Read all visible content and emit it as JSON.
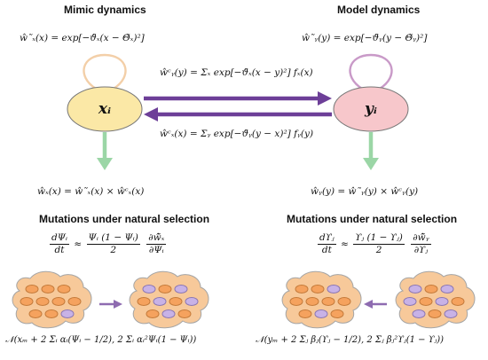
{
  "left": {
    "title": "Mimic dynamics",
    "eq_top": "ŵ˜ₓ(x) = exp[−ϑ̈ₓ(x − Θ̃ₓ)²]",
    "node": "xᵢ",
    "eq_bottom": "ŵₓ(x) = ŵ˜ₓ(x) × ŵᶜₓ(x)",
    "section": "Mutations under natural selection",
    "formula_lhs_num": "dΨᵢ",
    "formula_lhs_den": "dt",
    "formula_approx": "≈",
    "formula_mid_num": "Ψᵢ (1 − Ψᵢ)",
    "formula_mid_den": "2",
    "formula_rhs_num": "∂ŵ̄ₓ",
    "formula_rhs_den": "∂Ψᵢ",
    "distribution": "𝒩(xₘ + 2 Σᵢ αᵢ(Ψᵢ − 1/2), 2 Σᵢ αᵢ²Ψᵢ(1 − Ψᵢ))"
  },
  "right": {
    "title": "Model dynamics",
    "eq_top": "ŵ˜ᵧ(y) = exp[−ϑ̈ᵧ(y − Θ̃ᵧ)²]",
    "node": "yᵢ",
    "eq_bottom": "ŵᵧ(y) = ŵ˜ᵧ(y) × ŵᶜᵧ(y)",
    "section": "Mutations under natural selection",
    "formula_lhs_num": "dϒⱼ",
    "formula_lhs_den": "dt",
    "formula_approx": "≈",
    "formula_mid_num": "ϒⱼ (1 − ϒⱼ)",
    "formula_mid_den": "2",
    "formula_rhs_num": "∂ŵ̄ᵧ",
    "formula_rhs_den": "∂ϒⱼ",
    "distribution": "𝒩(yₘ + 2 Σⱼ βⱼ(ϒⱼ − 1/2), 2 Σⱼ βⱼ²ϒⱼ(1 − ϒⱼ))"
  },
  "coupling": {
    "forward": "ŵᶜᵧ(y) = Σₓ exp[−ϑ̈ₓ(x − y)²] fₓ(x)",
    "backward": "ŵᶜₓ(x) = Σᵧ exp[−ϑ̈ᵧ(y − x)²] fᵧ(y)"
  },
  "colors": {
    "node_left": "#fbe8a6",
    "node_right": "#f7c7cb",
    "loop_left": "#f3cfa8",
    "loop_right": "#c99ac8",
    "arrow_main": "#6d3f98",
    "arrow_down": "#9bd6a6",
    "cell_fill": "#f7c99a",
    "cell_orange": "#f5a25e",
    "cell_purple": "#c8b2e6",
    "arrow_mut": "#8e6bb0"
  }
}
